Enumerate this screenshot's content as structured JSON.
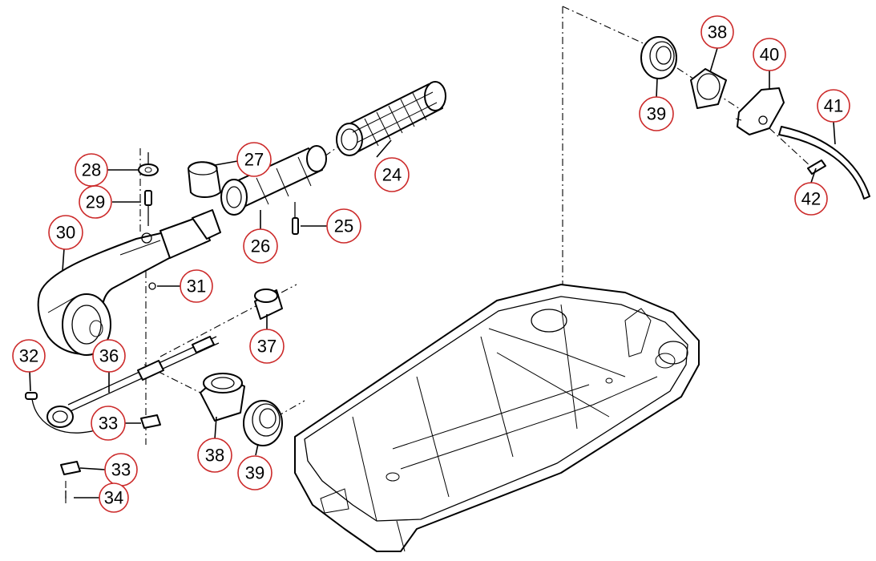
{
  "diagram": {
    "callouts": [
      {
        "label": "24"
      },
      {
        "label": "25"
      },
      {
        "label": "26"
      },
      {
        "label": "27"
      },
      {
        "label": "28"
      },
      {
        "label": "29"
      },
      {
        "label": "30"
      },
      {
        "label": "31"
      },
      {
        "label": "32"
      },
      {
        "label": "33"
      },
      {
        "label": "33"
      },
      {
        "label": "34"
      },
      {
        "label": "36"
      },
      {
        "label": "37"
      },
      {
        "label": "38"
      },
      {
        "label": "39"
      },
      {
        "label": "38"
      },
      {
        "label": "39"
      },
      {
        "label": "40"
      },
      {
        "label": "41"
      },
      {
        "label": "42"
      }
    ],
    "colors": {
      "callout_circle": "#cc2a2a",
      "line": "#000000",
      "background": "#ffffff"
    }
  }
}
